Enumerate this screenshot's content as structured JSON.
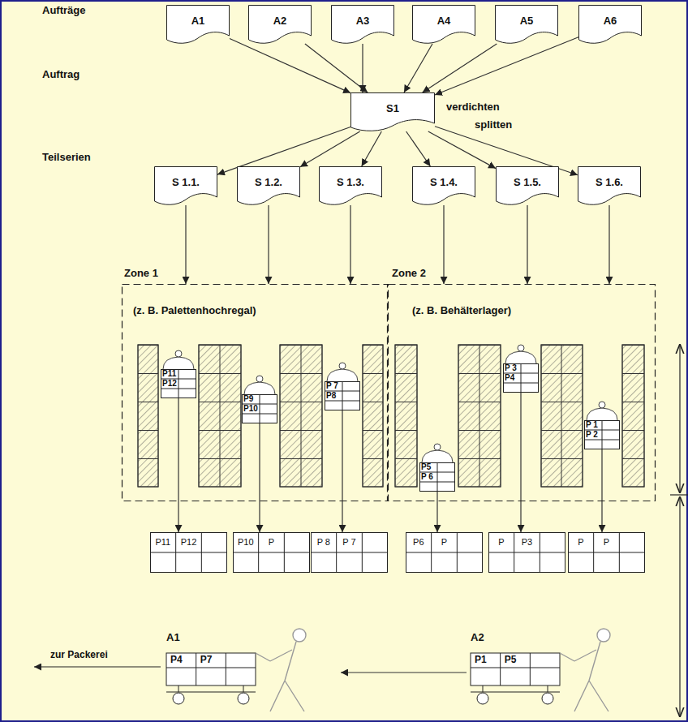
{
  "diagram": {
    "nodes": [
      {
        "text": [
          "A1"
        ]
      },
      {
        "text": [
          "A2"
        ]
      },
      {
        "text": [
          "A3"
        ]
      },
      {
        "text": [
          "A4"
        ]
      },
      {
        "text": [
          "A5"
        ]
      },
      {
        "text": [
          "A6"
        ]
      },
      {
        "text": [
          "S1"
        ]
      },
      {
        "text": [
          "S 1.1."
        ]
      },
      {
        "text": [
          "S 1.2."
        ]
      },
      {
        "text": [
          "S 1.3."
        ]
      },
      {
        "text": [
          "S 1.4."
        ]
      },
      {
        "text": [
          "S 1.5."
        ]
      },
      {
        "text": [
          "S 1.6."
        ]
      },
      {
        "text": [
          "Zone 1",
          "(z. B. Palettenhochregal)"
        ]
      },
      {
        "text": [
          "P11",
          "P12"
        ],
        "in": 13
      },
      {
        "text": [
          "P9",
          "P10"
        ],
        "in": 13
      },
      {
        "text": [
          "P 7",
          "P8"
        ],
        "in": 13
      },
      {
        "text": [
          "Zone 2",
          "(z. B. Behälterlager)"
        ]
      },
      {
        "text": [
          "P5",
          "P 6"
        ],
        "in": 17
      },
      {
        "text": [
          "P 3",
          "P4"
        ],
        "in": 17
      },
      {
        "text": [
          "P 1",
          "P 2"
        ],
        "in": 17
      },
      {
        "text": [
          "P11",
          "P12"
        ]
      },
      {
        "text": [
          "P10",
          "P"
        ]
      },
      {
        "text": [
          "P 8",
          "P 7"
        ]
      },
      {
        "text": [
          "P6",
          "P"
        ]
      },
      {
        "text": [
          "P",
          "P3"
        ]
      },
      {
        "text": [
          "P",
          "P"
        ]
      },
      {
        "text": [
          "A1",
          "P4",
          "P7"
        ]
      },
      {
        "text": [
          "A2",
          "P1",
          "P5"
        ]
      }
    ],
    "edges": [
      {
        "from": 0,
        "to": 6,
        "arrow": "to"
      },
      {
        "from": 1,
        "to": 6,
        "arrow": "to"
      },
      {
        "from": 2,
        "to": 6,
        "arrow": "to"
      },
      {
        "from": 3,
        "to": 6,
        "arrow": "to"
      },
      {
        "from": 4,
        "to": 6,
        "arrow": "to"
      },
      {
        "from": 5,
        "to": 6,
        "arrow": "to"
      },
      {
        "from": 6,
        "to": 7,
        "arrow": "to"
      },
      {
        "from": 6,
        "to": 8,
        "arrow": "to"
      },
      {
        "from": 6,
        "to": 9,
        "arrow": "to"
      },
      {
        "from": 6,
        "to": 10,
        "arrow": "to"
      },
      {
        "from": 6,
        "to": 11,
        "arrow": "to"
      },
      {
        "from": 6,
        "to": 12,
        "arrow": "to"
      },
      {
        "from": 7,
        "to": 13,
        "arrow": "to"
      },
      {
        "from": 8,
        "to": 13,
        "arrow": "to"
      },
      {
        "from": 9,
        "to": 13,
        "arrow": "to"
      },
      {
        "from": 10,
        "to": 17,
        "arrow": "to"
      },
      {
        "from": 11,
        "to": 17,
        "arrow": "to"
      },
      {
        "from": 12,
        "to": 17,
        "arrow": "to"
      },
      {
        "from": 14,
        "to": 21,
        "arrow": "to"
      },
      {
        "from": 15,
        "to": 22,
        "arrow": "to"
      },
      {
        "from": 16,
        "to": 23,
        "arrow": "to"
      },
      {
        "from": 18,
        "to": 24,
        "arrow": "to"
      },
      {
        "from": 19,
        "to": 25,
        "arrow": "to"
      },
      {
        "from": 20,
        "to": 26,
        "arrow": "to"
      },
      {
        "from": 28,
        "to": 27,
        "arrow": "to"
      }
    ],
    "labels": [
      "Aufträge",
      "Auftrag",
      "Teilserien",
      "verdichten",
      "splitten",
      "zur Packerei"
    ]
  }
}
